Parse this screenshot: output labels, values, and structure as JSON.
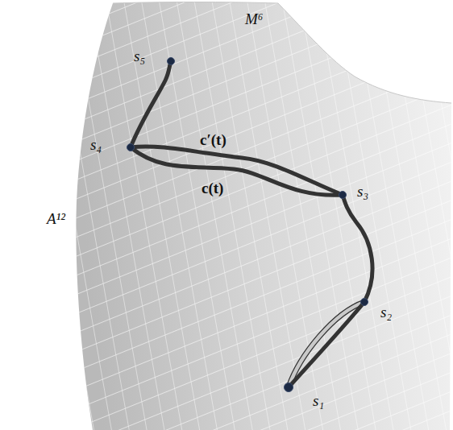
{
  "diagram": {
    "labels": [
      "M⁶",
      "s₅",
      "s₄",
      "c′(t)",
      "c(t)",
      "s₃",
      "s₂",
      "A¹²",
      "s₁"
    ]
  }
}
